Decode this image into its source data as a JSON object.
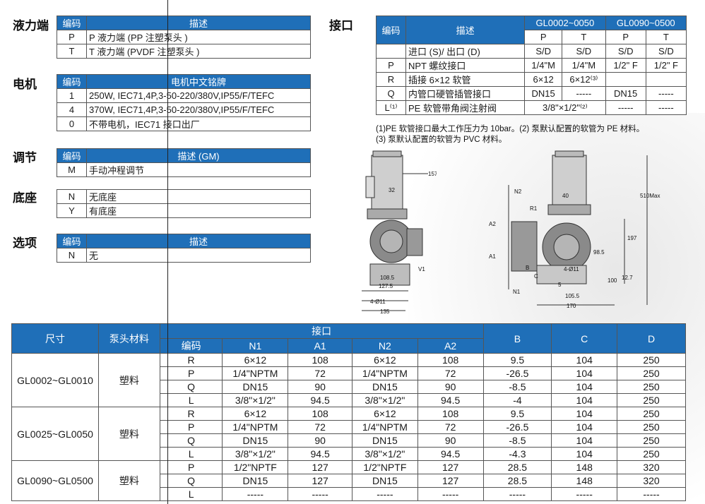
{
  "wetend": {
    "title": "液力端",
    "h1": "编码",
    "h2": "描述",
    "rows": [
      [
        "P",
        "P 液力端 (PP 注塑泵头 )"
      ],
      [
        "T",
        "T 液力端 (PVDF 注塑泵头 )"
      ]
    ]
  },
  "motor": {
    "title": "电机",
    "h1": "编码",
    "h2": "电机中文铭牌",
    "rows": [
      [
        "1",
        "250W, IEC71,4P,3-50-220/380V,IP55/F/TEFC"
      ],
      [
        "4",
        "370W, IEC71,4P,3-50-220/380V,IP55/F/TEFC"
      ],
      [
        "0",
        "不带电机，IEC71 接口出厂"
      ]
    ]
  },
  "adjust": {
    "title": "调节",
    "h1": "编码",
    "h2": "描述 (GM)",
    "rows": [
      [
        "M",
        "手动冲程调节"
      ]
    ]
  },
  "base": {
    "title": "底座",
    "rows": [
      [
        "N",
        "无底座"
      ],
      [
        "Y",
        "有底座"
      ]
    ]
  },
  "option": {
    "title": "选项",
    "h1": "编码",
    "h2": "描述",
    "rows": [
      [
        "N",
        "无"
      ]
    ]
  },
  "conn": {
    "title": "接口",
    "h1": "编码",
    "h2": "描述",
    "h3": "GL0002~0050",
    "h4": "GL0090~0500",
    "sub": [
      "P",
      "T",
      "P",
      "T"
    ],
    "rows": [
      [
        "",
        "进口 (S)/ 出口 (D)",
        "S/D",
        "S/D",
        "S/D",
        "S/D"
      ],
      [
        "P",
        "NPT 螺纹接口",
        "1/4\"M",
        "1/4\"M",
        "1/2\" F",
        "1/2\" F"
      ],
      [
        "R",
        "插接 6×12 软管",
        "6×12",
        "6×12⁽³⁾",
        "",
        ""
      ],
      [
        "Q",
        "内管口硬管插管接口",
        "DN15",
        "-----",
        "DN15",
        "-----"
      ],
      [
        "L⁽¹⁾",
        "PE 软管带角阀注射阀",
        "3/8\"×1/2\"⁽²⁾",
        "",
        "-----",
        "-----"
      ]
    ]
  },
  "notes": [
    "(1)PE 软管接口最大工作压力为 10bar。(2) 泵默认配置的软管为 PE 材料。",
    "(3) 泵默认配置的软管为 PVC 材料。"
  ],
  "dwg": {
    "left": [
      "157",
      "32",
      "V1",
      "108.5",
      "127.5",
      "4-Ø11",
      "135"
    ],
    "right": [
      "N2",
      "R1",
      "40",
      "A2",
      "A1",
      "510Max",
      "197",
      "98.5",
      "B",
      "C",
      "4-Ø11",
      "100",
      "12.7",
      "5",
      "105.5",
      "170",
      "N1"
    ]
  },
  "dims": {
    "h_size": "尺寸",
    "h_mat": "泵头材料",
    "h_conn": "接口",
    "h_code": "编码",
    "h_n1": "N1",
    "h_a1": "A1",
    "h_n2": "N2",
    "h_a2": "A2",
    "h_b": "B",
    "h_c": "C",
    "h_d": "D",
    "groups": [
      {
        "size": "GL0002~GL0010",
        "mat": "塑料",
        "rows": [
          [
            "R",
            "6×12",
            "108",
            "6×12",
            "108",
            "9.5",
            "104",
            "250"
          ],
          [
            "P",
            "1/4\"NPTM",
            "72",
            "1/4\"NPTM",
            "72",
            "-26.5",
            "104",
            "250"
          ],
          [
            "Q",
            "DN15",
            "90",
            "DN15",
            "90",
            "-8.5",
            "104",
            "250"
          ],
          [
            "L",
            "3/8\"×1/2\"",
            "94.5",
            "3/8\"×1/2\"",
            "94.5",
            "-4",
            "104",
            "250"
          ]
        ]
      },
      {
        "size": "GL0025~GL0050",
        "mat": "塑料",
        "rows": [
          [
            "R",
            "6×12",
            "108",
            "6×12",
            "108",
            "9.5",
            "104",
            "250"
          ],
          [
            "P",
            "1/4\"NPTM",
            "72",
            "1/4\"NPTM",
            "72",
            "-26.5",
            "104",
            "250"
          ],
          [
            "Q",
            "DN15",
            "90",
            "DN15",
            "90",
            "-8.5",
            "104",
            "250"
          ],
          [
            "L",
            "3/8\"×1/2\"",
            "94.5",
            "3/8\"×1/2\"",
            "94.5",
            "-4.3",
            "104",
            "250"
          ]
        ]
      },
      {
        "size": "GL0090~GL0500",
        "mat": "塑料",
        "rows": [
          [
            "P",
            "1/2\"NPTF",
            "127",
            "1/2\"NPTF",
            "127",
            "28.5",
            "148",
            "320"
          ],
          [
            "Q",
            "DN15",
            "127",
            "DN15",
            "127",
            "28.5",
            "148",
            "320"
          ],
          [
            "L",
            "-----",
            "-----",
            "-----",
            "-----",
            "-----",
            "-----",
            "-----"
          ]
        ]
      }
    ]
  }
}
